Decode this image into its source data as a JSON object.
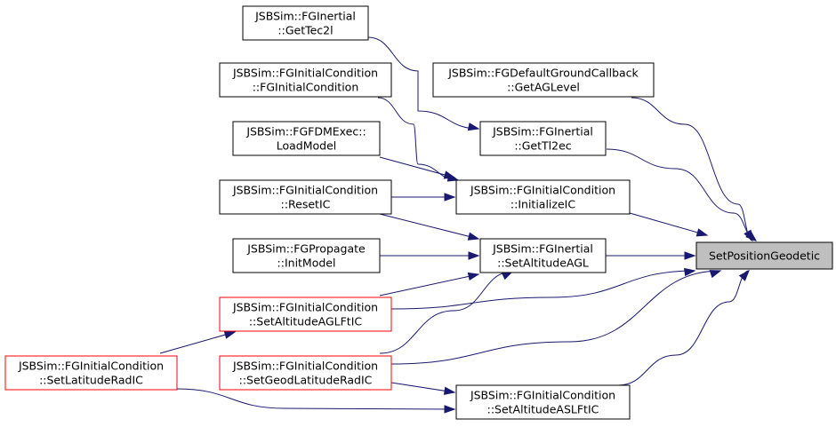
{
  "colors": {
    "edge": "#191970",
    "node_border": "#000000",
    "node_border_truncated": "#ff0000",
    "target_fill": "#bfbfbf"
  },
  "nodes": [
    {
      "id": "target",
      "lines": [
        "SetPositionGeodetic"
      ],
      "style": "target"
    },
    {
      "id": "getTec2l",
      "lines": [
        "JSBSim::FGInertial",
        "::GetTec2l"
      ],
      "style": "normal"
    },
    {
      "id": "fgInitialCondition",
      "lines": [
        "JSBSim::FGInitialCondition",
        "::FGInitialCondition"
      ],
      "style": "normal"
    },
    {
      "id": "defaultGroundCallback",
      "lines": [
        "JSBSim::FGDefaultGroundCallback",
        "::GetAGLevel"
      ],
      "style": "normal"
    },
    {
      "id": "getTl2ec",
      "lines": [
        "JSBSim::FGInertial",
        "::GetTl2ec"
      ],
      "style": "normal"
    },
    {
      "id": "loadModel",
      "lines": [
        "JSBSim::FGFDMExec::",
        "LoadModel"
      ],
      "style": "normal"
    },
    {
      "id": "resetIC",
      "lines": [
        "JSBSim::FGInitialCondition",
        "::ResetIC"
      ],
      "style": "normal"
    },
    {
      "id": "initializeIC",
      "lines": [
        "JSBSim::FGInitialCondition",
        "::InitializeIC"
      ],
      "style": "normal"
    },
    {
      "id": "initModel",
      "lines": [
        "JSBSim::FGPropagate",
        "::InitModel"
      ],
      "style": "normal"
    },
    {
      "id": "setAltitudeAGL",
      "lines": [
        "JSBSim::FGInertial",
        "::SetAltitudeAGL"
      ],
      "style": "normal"
    },
    {
      "id": "setAltitudeAGLFtIC",
      "lines": [
        "JSBSim::FGInitialCondition",
        "::SetAltitudeAGLFtIC"
      ],
      "style": "truncated"
    },
    {
      "id": "setLatitudeRadIC",
      "lines": [
        "JSBSim::FGInitialCondition",
        "::SetLatitudeRadIC"
      ],
      "style": "truncated"
    },
    {
      "id": "setGeodLatitudeRadIC",
      "lines": [
        "JSBSim::FGInitialCondition",
        "::SetGeodLatitudeRadIC"
      ],
      "style": "truncated"
    },
    {
      "id": "setAltitudeASLFtIC",
      "lines": [
        "JSBSim::FGInitialCondition",
        "::SetAltitudeASLFtIC"
      ],
      "style": "normal"
    }
  ],
  "edges": [
    {
      "from": "defaultGroundCallback",
      "to": "target"
    },
    {
      "from": "getTl2ec",
      "to": "target"
    },
    {
      "from": "initializeIC",
      "to": "target"
    },
    {
      "from": "setAltitudeAGL",
      "to": "target"
    },
    {
      "from": "setAltitudeAGLFtIC",
      "to": "target"
    },
    {
      "from": "setGeodLatitudeRadIC",
      "to": "target"
    },
    {
      "from": "setAltitudeASLFtIC",
      "to": "target"
    },
    {
      "from": "getTec2l",
      "to": "getTl2ec"
    },
    {
      "from": "fgInitialCondition",
      "to": "initializeIC"
    },
    {
      "from": "loadModel",
      "to": "initializeIC"
    },
    {
      "from": "resetIC",
      "to": "initializeIC"
    },
    {
      "from": "resetIC",
      "to": "setAltitudeAGL"
    },
    {
      "from": "initModel",
      "to": "setAltitudeAGL"
    },
    {
      "from": "setAltitudeAGLFtIC",
      "to": "setAltitudeAGL"
    },
    {
      "from": "setGeodLatitudeRadIC",
      "to": "setAltitudeAGL"
    },
    {
      "from": "setLatitudeRadIC",
      "to": "setAltitudeAGLFtIC"
    },
    {
      "from": "setLatitudeRadIC",
      "to": "setAltitudeASLFtIC"
    },
    {
      "from": "setGeodLatitudeRadIC",
      "to": "setAltitudeASLFtIC"
    }
  ]
}
